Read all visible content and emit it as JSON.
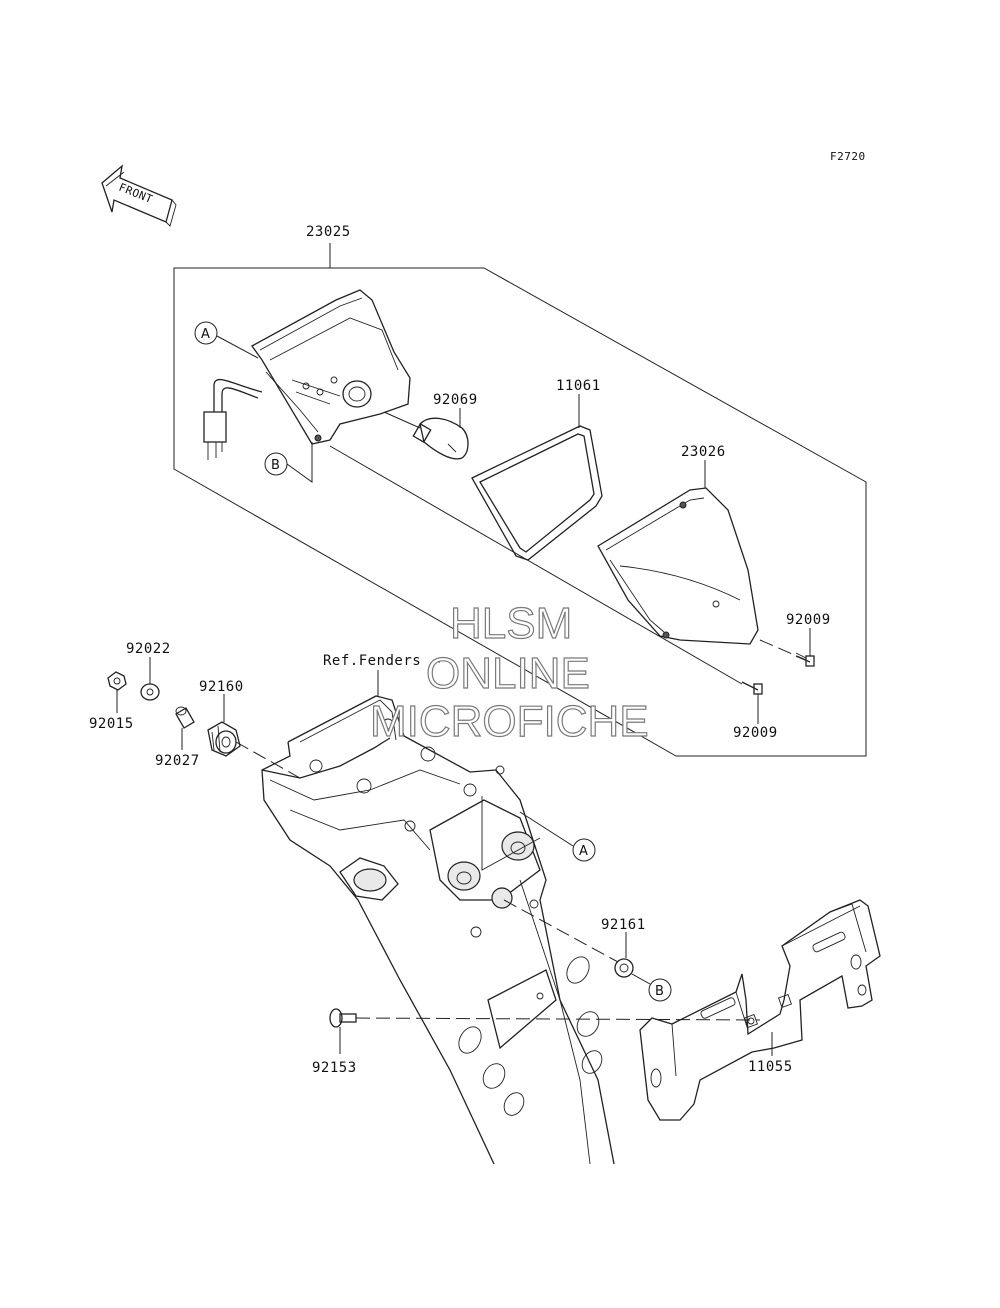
{
  "diagram_code": "F2720",
  "front_label": "FRONT",
  "ref_label": "Ref.Fenders",
  "watermark": {
    "line1": "HLSM",
    "line2": "ONLINE",
    "line3": "MICROFICHE"
  },
  "reference_markers": {
    "a": "A",
    "b": "B"
  },
  "part_numbers": {
    "p23025": "23025",
    "p92069": "92069",
    "p11061": "11061",
    "p23026": "23026",
    "p92009_upper": "92009",
    "p92009_lower": "92009",
    "p92022": "92022",
    "p92015": "92015",
    "p92160": "92160",
    "p92027": "92027",
    "p92161": "92161",
    "p92153": "92153",
    "p11055": "11055"
  }
}
